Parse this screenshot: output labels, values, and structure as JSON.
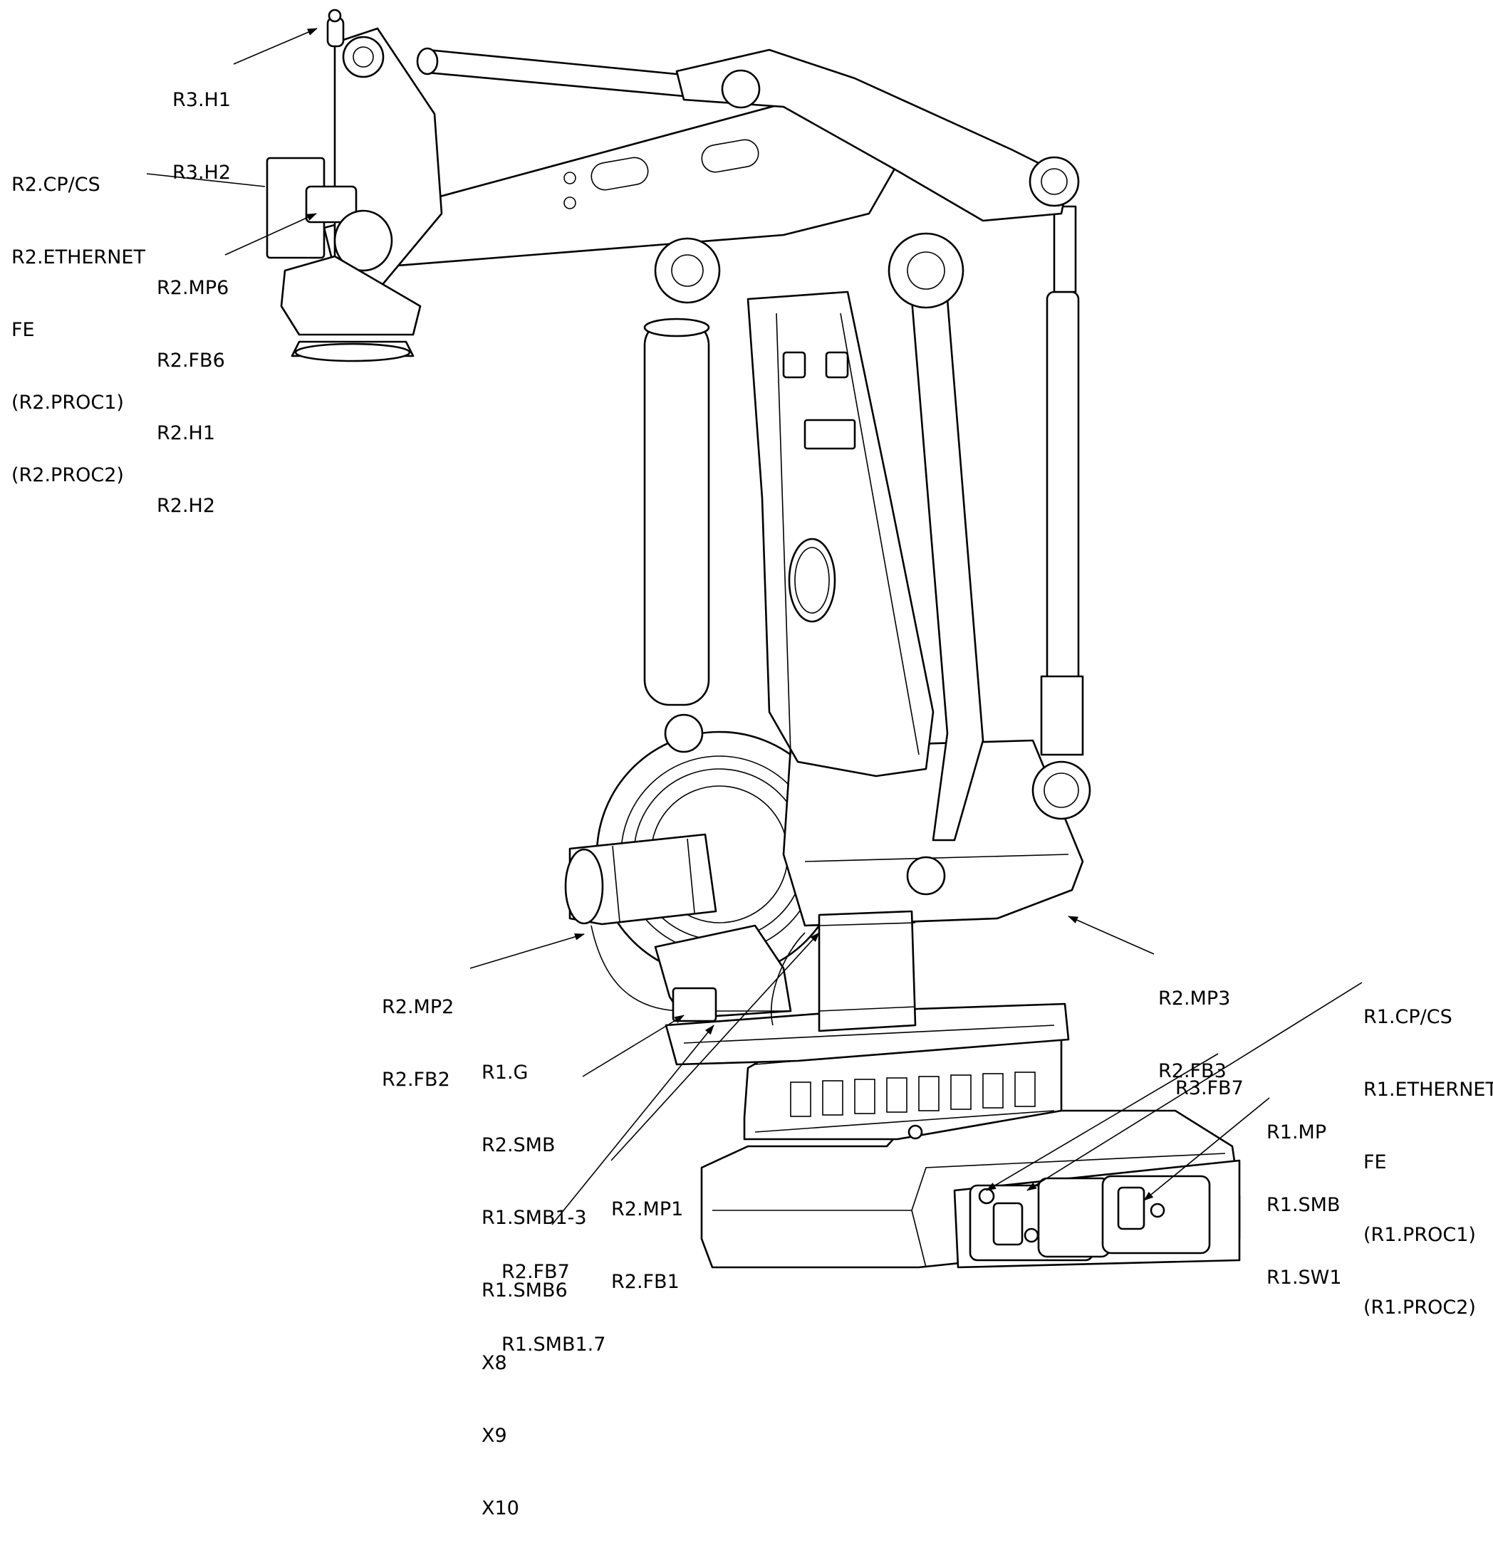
{
  "callouts": {
    "r3_head": [
      "R3.H1",
      "R3.H2"
    ],
    "r2_cp": [
      "R2.CP/CS",
      "R2.ETHERNET",
      "FE",
      "(R2.PROC1)",
      "(R2.PROC2)"
    ],
    "r2_mp6": [
      "R2.MP6",
      "R2.FB6",
      "R2.H1",
      "R2.H2"
    ],
    "r2_mp2": [
      "R2.MP2",
      "R2.FB2"
    ],
    "r2_mp3": [
      "R2.MP3",
      "R2.FB3"
    ],
    "r1_g": [
      "R1.G",
      "R2.SMB",
      "R1.SMB1-3",
      "R1.SMB6",
      "X8",
      "X9",
      "X10"
    ],
    "r2_mp1": [
      "R2.MP1",
      "R2.FB1"
    ],
    "r2_fb7": [
      "R2.FB7",
      "R1.SMB1.7"
    ],
    "r3_fb7": [
      "R3.FB7"
    ],
    "r1_cp": [
      "R1.CP/CS",
      "R1.ETHERNET",
      "FE",
      "(R1.PROC1)",
      "(R1.PROC2)"
    ],
    "r1_mp": [
      "R1.MP",
      "R1.SMB",
      "R1.SW1"
    ]
  }
}
